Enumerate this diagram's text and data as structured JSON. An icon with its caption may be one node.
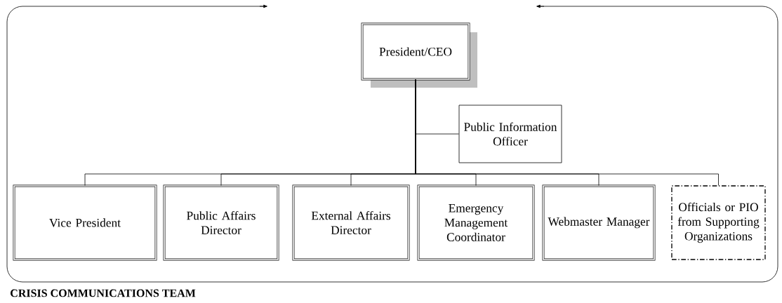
{
  "diagram": {
    "nodes": [
      {
        "text": [
          "CRISIS COMMUNICATIONS TEAM"
        ]
      },
      {
        "text": [
          "President/CEO"
        ],
        "in": 0
      },
      {
        "text": [
          "Public Information Officer"
        ],
        "in": 0
      },
      {
        "text": [
          "Vice President"
        ],
        "in": 0
      },
      {
        "text": [
          "Public Affairs Director"
        ],
        "in": 0
      },
      {
        "text": [
          "External Affairs Director"
        ],
        "in": 0
      },
      {
        "text": [
          "Emergency Management Coordinator"
        ],
        "in": 0
      },
      {
        "text": [
          "Webmaster Manager"
        ],
        "in": 0
      },
      {
        "text": [
          "Officials or PIO from Supporting Organizations"
        ],
        "in": 0
      }
    ],
    "edges": [
      {
        "from": 1,
        "to": 2,
        "arrow": "none"
      },
      {
        "from": 1,
        "to": 3,
        "arrow": "none"
      },
      {
        "from": 1,
        "to": 4,
        "arrow": "none"
      },
      {
        "from": 1,
        "to": 5,
        "arrow": "none"
      },
      {
        "from": 1,
        "to": 6,
        "arrow": "none"
      },
      {
        "from": 1,
        "to": 7,
        "arrow": "none"
      },
      {
        "from": 1,
        "to": 8,
        "arrow": "none"
      }
    ]
  }
}
